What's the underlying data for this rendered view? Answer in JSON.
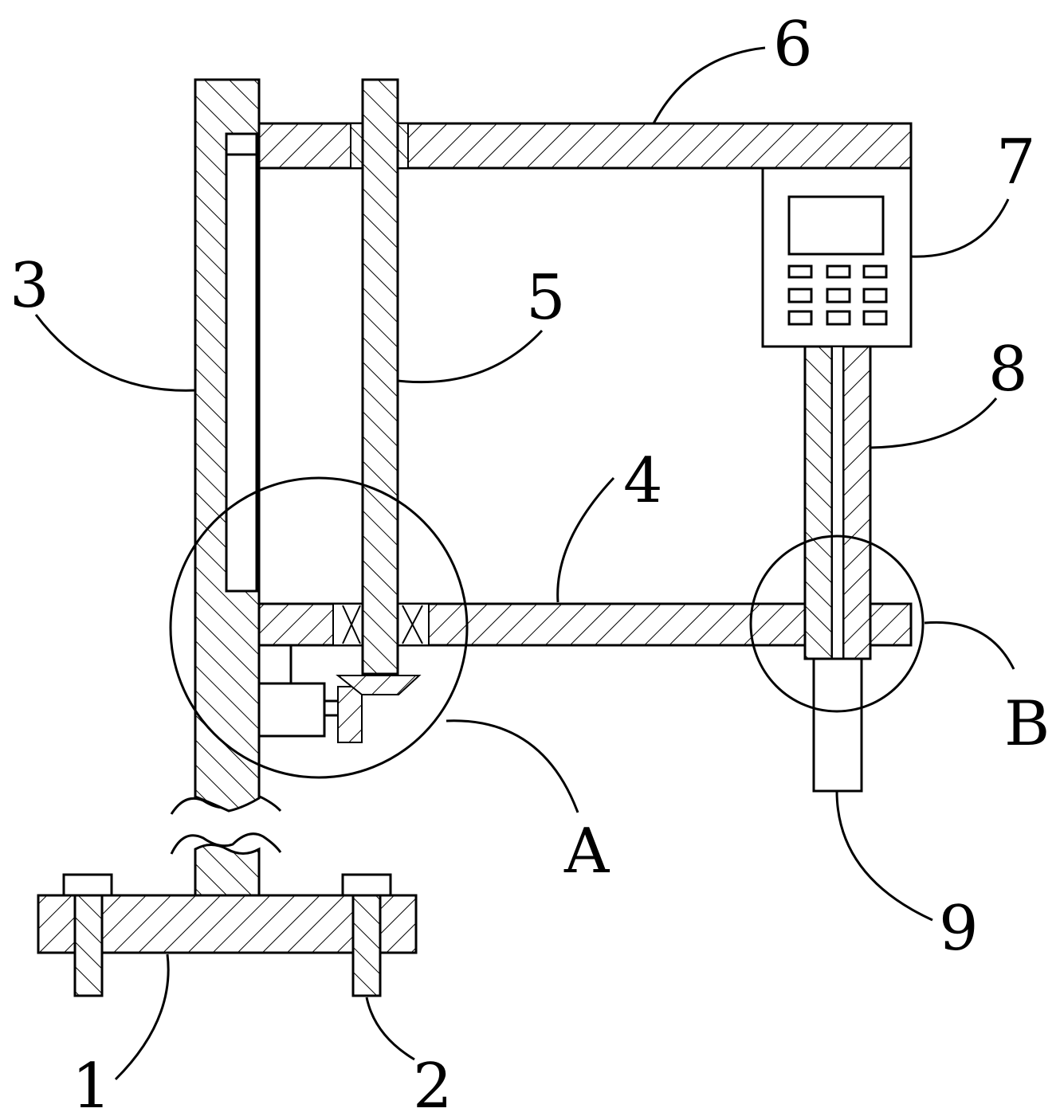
{
  "labels": {
    "part_1": "1",
    "part_2": "2",
    "part_3": "3",
    "part_4": "4",
    "part_5": "5",
    "part_6": "6",
    "part_7": "7",
    "part_8": "8",
    "part_9": "9",
    "detail_a": "A",
    "detail_b": "B"
  }
}
